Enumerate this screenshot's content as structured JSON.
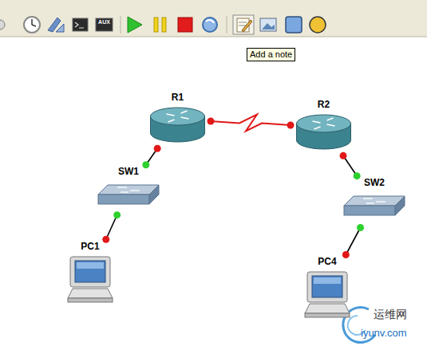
{
  "diagram": {
    "nodes": [
      {
        "text": [
          "R1"
        ]
      },
      {
        "text": [
          "R2"
        ]
      },
      {
        "text": [
          "SW1"
        ]
      },
      {
        "text": [
          "SW2"
        ]
      },
      {
        "text": [
          "PC1"
        ]
      },
      {
        "text": [
          "PC4"
        ]
      }
    ],
    "edges": [
      {
        "from": 0,
        "to": 2,
        "arrow": "none"
      },
      {
        "from": 2,
        "to": 4,
        "arrow": "none"
      },
      {
        "from": 0,
        "to": 1,
        "arrow": "none"
      },
      {
        "from": 1,
        "to": 3,
        "arrow": "none"
      },
      {
        "from": 3,
        "to": 5,
        "arrow": "none"
      }
    ],
    "labels": [
      "AUX",
      "Add a note",
      "运维网",
      "iyunv.com"
    ]
  }
}
